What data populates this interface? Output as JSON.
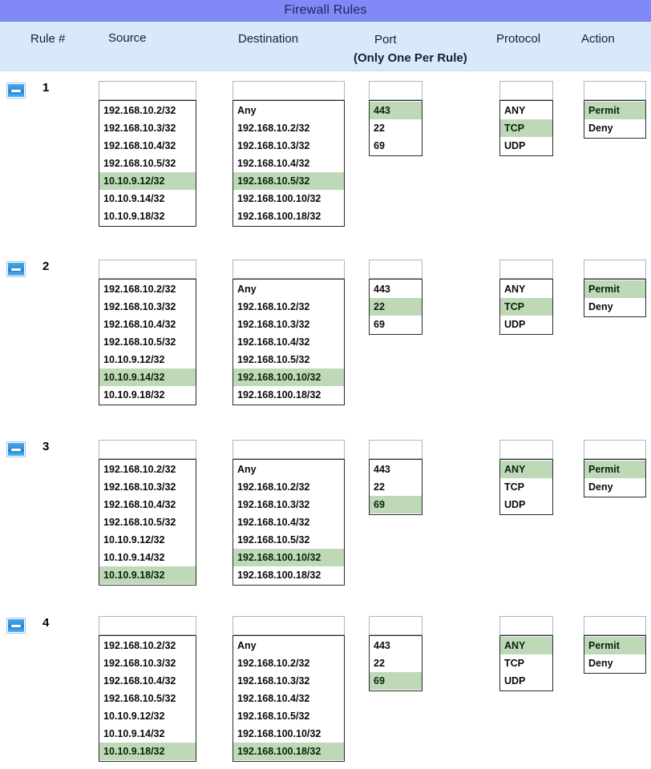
{
  "title": "Firewall Rules",
  "columns": {
    "rule": "Rule #",
    "source": "Source",
    "destination": "Destination",
    "port": "Port",
    "port_sub": "(Only One Per Rule)",
    "protocol": "Protocol",
    "action": "Action"
  },
  "colors": {
    "title_bar": "#8189f7",
    "header_band": "#d8eaf9",
    "selected_option": "#bfd9b8",
    "minus_button": "#2e90de"
  },
  "icons": {
    "collapse": "minus-icon",
    "dropdown": "chevron-down-icon"
  },
  "option_sets": {
    "source": [
      "192.168.10.2/32",
      "192.168.10.3/32",
      "192.168.10.4/32",
      "192.168.10.5/32",
      "10.10.9.12/32",
      "10.10.9.14/32",
      "10.10.9.18/32"
    ],
    "destination": [
      "Any",
      "192.168.10.2/32",
      "192.168.10.3/32",
      "192.168.10.4/32",
      "192.168.10.5/32",
      "192.168.100.10/32",
      "192.168.100.18/32"
    ],
    "port": [
      "443",
      "22",
      "69"
    ],
    "protocol": [
      "ANY",
      "TCP",
      "UDP"
    ],
    "action": [
      "Permit",
      "Deny"
    ]
  },
  "rules": [
    {
      "number": "1",
      "source_selected": "10.10.9.12/32",
      "destination_selected": "192.168.10.5/32",
      "port_selected": "443",
      "protocol_selected": "TCP",
      "action_selected": "Permit",
      "source_value": "",
      "destination_value": "",
      "port_value": "",
      "protocol_value": "",
      "action_value": ""
    },
    {
      "number": "2",
      "source_selected": "10.10.9.14/32",
      "destination_selected": "192.168.100.10/32",
      "port_selected": "22",
      "protocol_selected": "TCP",
      "action_selected": "Permit",
      "source_value": "",
      "destination_value": "",
      "port_value": "",
      "protocol_value": "",
      "action_value": ""
    },
    {
      "number": "3",
      "source_selected": "10.10.9.18/32",
      "destination_selected": "192.168.100.10/32",
      "port_selected": "69",
      "protocol_selected": "ANY",
      "action_selected": "Permit",
      "source_value": "",
      "destination_value": "",
      "port_value": "",
      "protocol_value": "",
      "action_value": ""
    },
    {
      "number": "4",
      "source_selected": "10.10.9.18/32",
      "destination_selected": "192.168.100.18/32",
      "port_selected": "69",
      "protocol_selected": "ANY",
      "action_selected": "Permit",
      "source_value": "",
      "destination_value": "",
      "port_value": "",
      "protocol_value": "",
      "action_value": ""
    }
  ]
}
